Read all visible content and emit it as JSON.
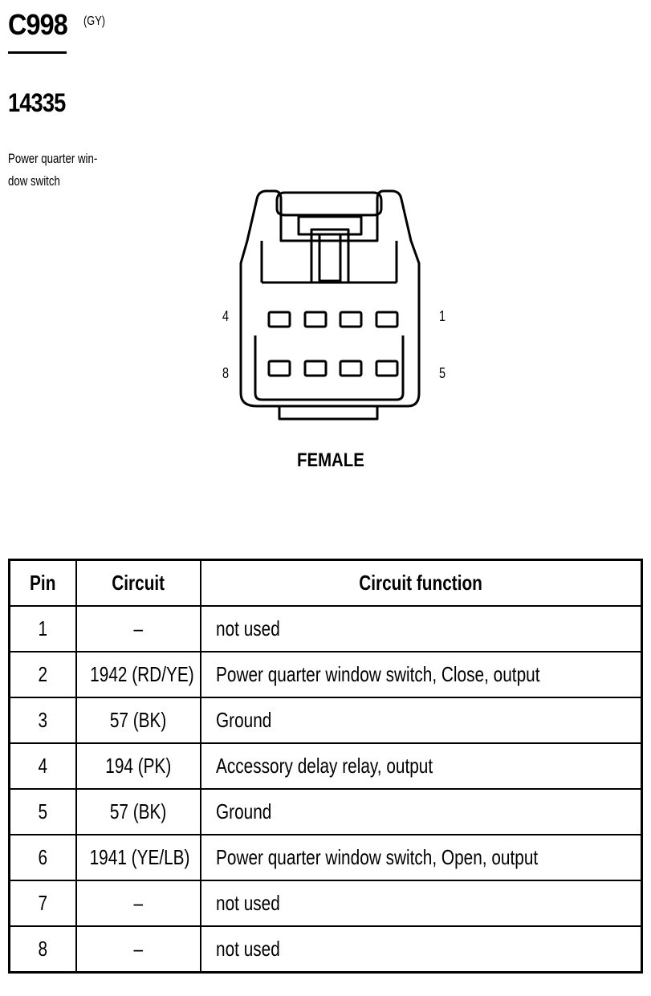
{
  "header": {
    "connector_id": "C998",
    "color_code": "(GY)",
    "part_number": "14335",
    "description": "Power quarter win-dow switch"
  },
  "connector": {
    "pin_labels": {
      "top_left": "4",
      "bottom_left": "8",
      "top_right": "1",
      "bottom_right": "5"
    },
    "gender": "FEMALE"
  },
  "table": {
    "headers": [
      "Pin",
      "Circuit",
      "Circuit function"
    ],
    "rows": [
      {
        "pin": "1",
        "circuit": "–",
        "function": "not used"
      },
      {
        "pin": "2",
        "circuit": "1942 (RD/YE)",
        "function": "Power quarter window switch, Close, output"
      },
      {
        "pin": "3",
        "circuit": "57 (BK)",
        "function": "Ground"
      },
      {
        "pin": "4",
        "circuit": "194 (PK)",
        "function": "Accessory delay relay, output"
      },
      {
        "pin": "5",
        "circuit": "57 (BK)",
        "function": "Ground"
      },
      {
        "pin": "6",
        "circuit": "1941 (YE/LB)",
        "function": "Power quarter window switch, Open, output"
      },
      {
        "pin": "7",
        "circuit": "–",
        "function": "not used"
      },
      {
        "pin": "8",
        "circuit": "–",
        "function": "not used"
      }
    ]
  }
}
